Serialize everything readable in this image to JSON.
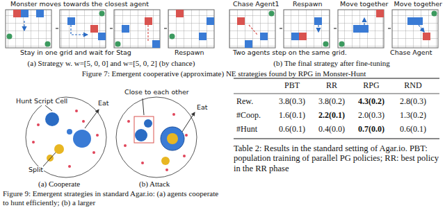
{
  "diagram": {
    "labels": [
      "Monster moves towards the closest agent",
      "Stay in one grid and wait for Stag",
      "Respawn",
      "Chase Agent1",
      "Respawn",
      "Move together",
      "Move together",
      "Two agents step on the same grid.",
      "Chase Agent",
      "(a) Strategy w. w=[5, 0, 0] and w=[5, 0, 2] (by chance)",
      "(b) The final strategy after fine-tuning",
      "Figure 7: Emergent cooperative (approximate) NE strategies found by RPG in Monster-Hunt",
      "Hunt Script Cell",
      "Eat",
      "Split",
      "Close to each other",
      "Eat",
      "(a) Cooperate",
      "(b) Attack",
      "Figure 9: Emergent strategies in standard Agar.io: (a) agents cooperate to hunt efficiently; (b) a larger",
      "PBT",
      "RR",
      "RPG",
      "RND",
      "Rew.",
      "3.8(0.3)",
      "3.8(0.2)",
      "4.3(0.2)",
      "2.8(0.3)",
      "#Coop.",
      "1.6(0.1)",
      "2.2(0.1)",
      "2.0(0.3)",
      "1.3(0.2)",
      "#Hunt",
      "0.6(0.1)",
      "0.4(0.0)",
      "0.7(0.0)",
      "0.6(0.1)",
      "Table 2: Results in the standard setting of Agar.io. PBT: population training of parallel PG policies; RR: best policy in the RR phase"
    ]
  }
}
